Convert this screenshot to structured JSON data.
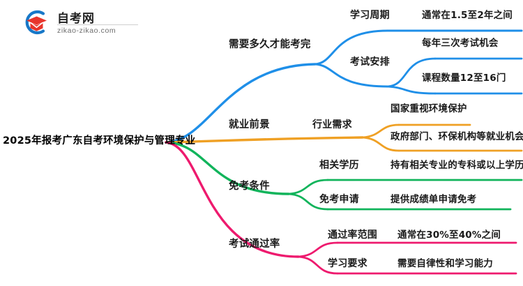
{
  "branding": {
    "logo_icon": "graduation-cap-circle-logo",
    "name_cn": "自考网",
    "name_en": "zikao-zikao.com"
  },
  "mindmap": {
    "root": {
      "label": "2025年报考广东自考环境保护与管理专业"
    },
    "branches": [
      {
        "label": "需要多久才能考完",
        "color": "#1f8fe8",
        "children": [
          {
            "label": "学习周期",
            "leaves": [
              {
                "label": "通常在1.5至2年之间"
              }
            ]
          },
          {
            "label": "考试安排",
            "leaves": [
              {
                "label": "每年三次考试机会"
              },
              {
                "label": "课程数量12至16门"
              }
            ]
          }
        ]
      },
      {
        "label": "就业前景",
        "color": "#efa024",
        "children": [
          {
            "label": "行业需求",
            "leaves": [
              {
                "label": "国家重视环境保护"
              },
              {
                "label": "政府部门、环保机构等就业机会"
              }
            ]
          }
        ]
      },
      {
        "label": "免考条件",
        "color": "#11b45b",
        "children": [
          {
            "label": "相关学历",
            "leaves": [
              {
                "label": "持有相关专业的专科或以上学历"
              }
            ]
          },
          {
            "label": "免考申请",
            "leaves": [
              {
                "label": "提供成绩单申请免考"
              }
            ]
          }
        ]
      },
      {
        "label": "考试通过率",
        "color": "#ee1a6e",
        "children": [
          {
            "label": "通过率范围",
            "leaves": [
              {
                "label": "通常在30%至40%之间"
              }
            ]
          },
          {
            "label": "学习要求",
            "leaves": [
              {
                "label": "需要自律性和学习能力"
              }
            ]
          }
        ]
      }
    ]
  },
  "colors": {
    "blue": "#1f8fe8",
    "orange": "#efa024",
    "green": "#11b45b",
    "pink": "#ee1a6e",
    "text": "#1a1a1a",
    "background": "#ffffff"
  }
}
